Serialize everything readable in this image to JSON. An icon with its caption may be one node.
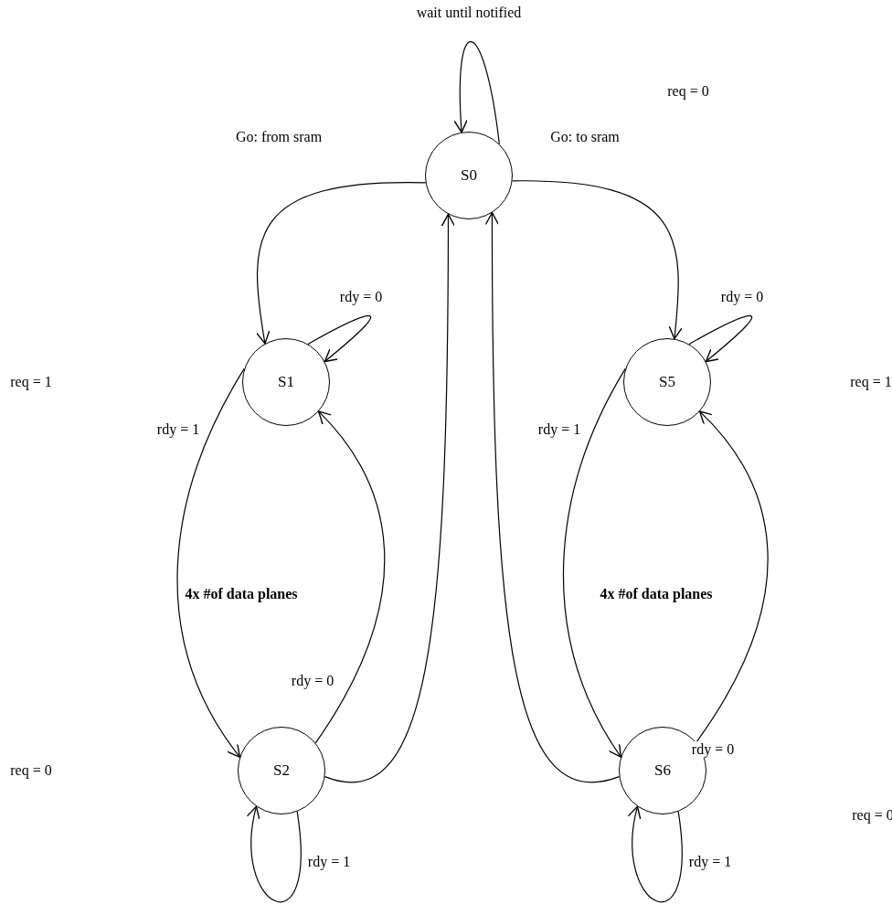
{
  "diagram": {
    "nodes": [
      {
        "text": [
          "S0"
        ]
      },
      {
        "text": [
          "S1"
        ]
      },
      {
        "text": [
          "S5"
        ]
      },
      {
        "text": [
          "S2"
        ]
      },
      {
        "text": [
          "S6"
        ]
      }
    ],
    "edges": [
      {
        "from": 0,
        "to": 0,
        "arrow": "to",
        "label": "wait until notified"
      },
      {
        "from": 0,
        "to": 1,
        "arrow": "to",
        "label": "Go: from sram"
      },
      {
        "from": 0,
        "to": 2,
        "arrow": "to",
        "label": "Go: to sram"
      },
      {
        "from": 1,
        "to": 1,
        "arrow": "to",
        "label": "rdy = 0"
      },
      {
        "from": 2,
        "to": 2,
        "arrow": "to",
        "label": "rdy = 0"
      },
      {
        "from": 1,
        "to": 3,
        "arrow": "to",
        "label": "rdy = 1"
      },
      {
        "from": 3,
        "to": 1,
        "arrow": "to",
        "label": "rdy = 0"
      },
      {
        "from": 3,
        "to": 0,
        "arrow": "to"
      },
      {
        "from": 4,
        "to": 0,
        "arrow": "to"
      },
      {
        "from": 2,
        "to": 4,
        "arrow": "to",
        "label": "rdy = 1"
      },
      {
        "from": 4,
        "to": 2,
        "arrow": "to",
        "label": "rdy = 0"
      },
      {
        "from": 3,
        "to": 3,
        "arrow": "to",
        "label": "rdy = 1"
      },
      {
        "from": 4,
        "to": 4,
        "arrow": "to",
        "label": "rdy = 1"
      }
    ],
    "labels": [
      "req = 0",
      "req = 1",
      "req = 1",
      "4x #of data planes",
      "4x #of data planes",
      "req = 0",
      "req = 0"
    ]
  }
}
